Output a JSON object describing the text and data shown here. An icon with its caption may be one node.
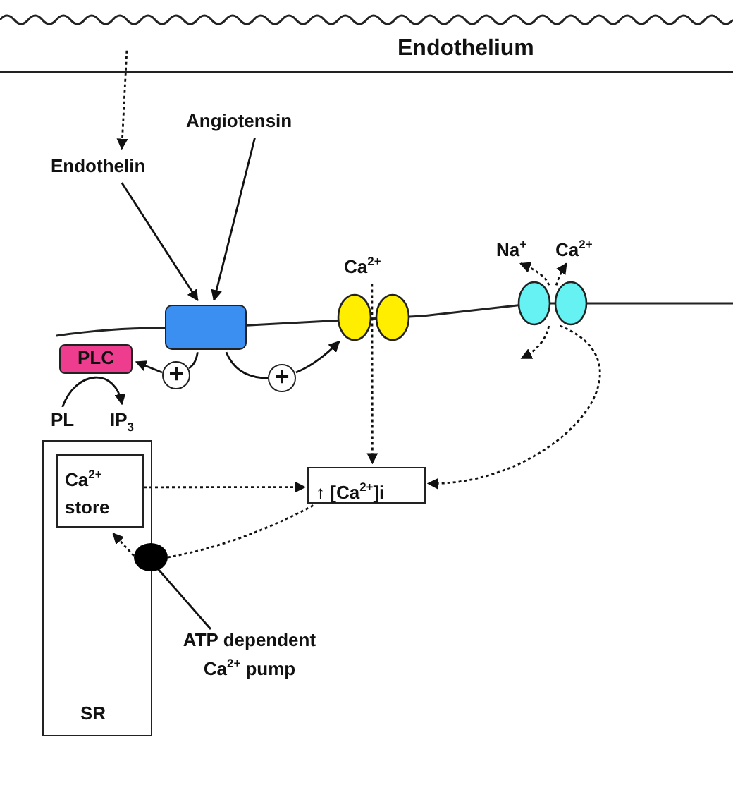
{
  "diagram": {
    "nodes": [
      {
        "text": [
          "Endothelium"
        ]
      },
      {
        "text": [
          "Endothelin"
        ]
      },
      {
        "text": [
          "Angiotensin"
        ]
      },
      {
        "text": [],
        "shape": "box"
      },
      {
        "text": [
          "PLC"
        ]
      },
      {
        "text": [
          "+"
        ]
      },
      {
        "text": [
          "+"
        ]
      },
      {
        "text": [
          "PL"
        ]
      },
      {
        "text": [
          "IP$_{3}$"
        ]
      },
      {
        "text": [],
        "shape": "circle",
        "beside": [
          "Ca$^{2+}$"
        ]
      },
      {
        "text": [],
        "shape": "circle"
      },
      {
        "text": [
          "SR"
        ]
      },
      {
        "text": [
          "Ca$^{2+}$ store"
        ],
        "in": 11
      },
      {
        "text": [
          "↑ [Ca$^{2+}$]i"
        ]
      },
      {
        "text": [],
        "shape": "circle"
      },
      {
        "text": [
          "ATP dependent Ca$^{2+}$ pump"
        ]
      },
      {
        "text": [
          "Na$^{+}$"
        ]
      },
      {
        "text": [
          "Ca$^{2+}$"
        ]
      }
    ],
    "edges": [
      {
        "from": 0,
        "to": 1,
        "arrow": "to",
        "style": "dashed"
      },
      {
        "from": 1,
        "to": 3,
        "arrow": "to"
      },
      {
        "from": 2,
        "to": 3,
        "arrow": "to"
      },
      {
        "from": 3,
        "to": 5,
        "arrow": "none"
      },
      {
        "from": 5,
        "to": 4,
        "arrow": "to"
      },
      {
        "from": 3,
        "to": 6,
        "arrow": "none"
      },
      {
        "from": 6,
        "to": 9,
        "arrow": "to"
      },
      {
        "from": 7,
        "to": 8,
        "arrow": "to"
      },
      {
        "from": 9,
        "to": 13,
        "arrow": "to",
        "style": "dashed"
      },
      {
        "from": 10,
        "to": 13,
        "arrow": "to",
        "style": "dashed"
      },
      {
        "from": 10,
        "to": null,
        "arrow": "to",
        "style": "dashed"
      },
      {
        "from": 10,
        "to": 16,
        "arrow": "to",
        "style": "dashed"
      },
      {
        "from": 10,
        "to": 17,
        "arrow": "to",
        "style": "dashed"
      },
      {
        "from": 12,
        "to": 13,
        "arrow": "to",
        "style": "dashed"
      },
      {
        "from": 13,
        "to": 14,
        "arrow": "none",
        "style": "dashed"
      },
      {
        "from": 14,
        "to": 12,
        "arrow": "to",
        "style": "dashed"
      },
      {
        "from": 15,
        "to": 14,
        "arrow": "none"
      }
    ]
  }
}
